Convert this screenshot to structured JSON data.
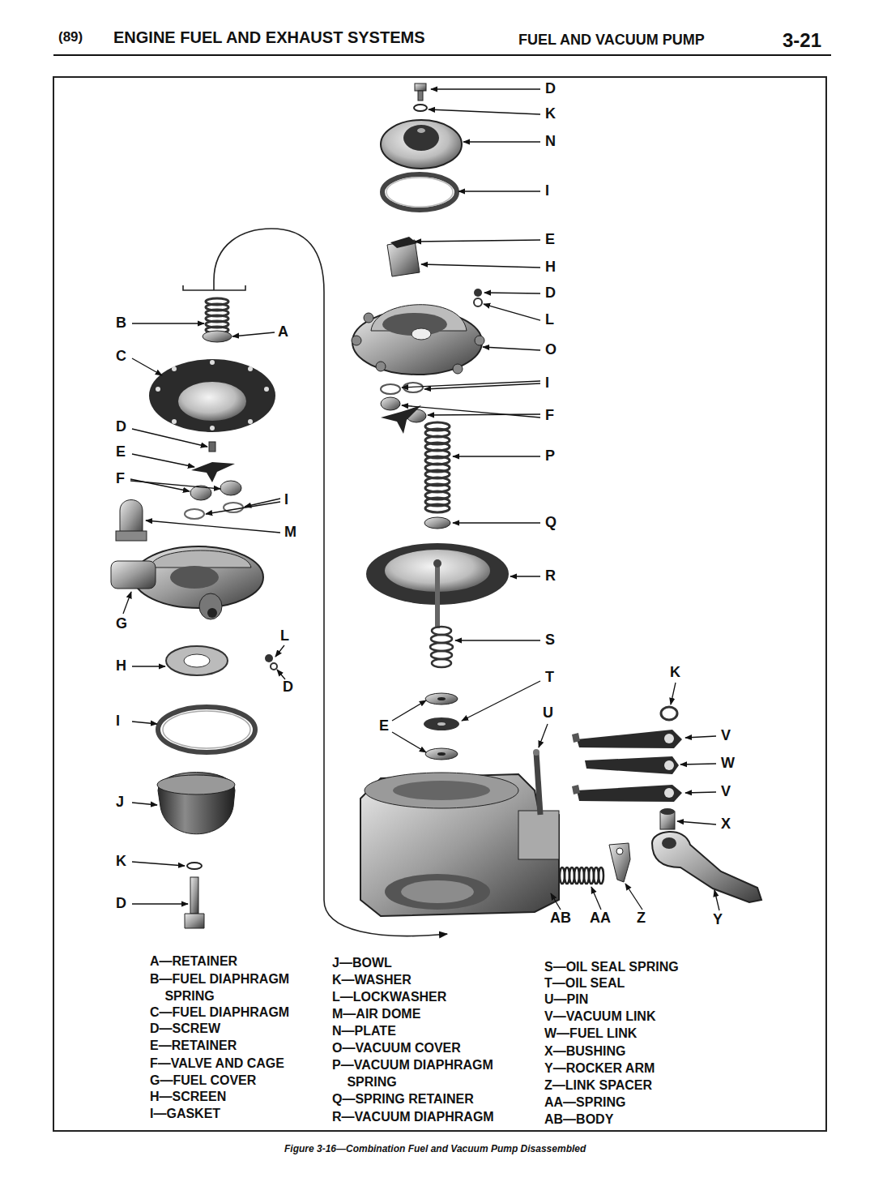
{
  "diagram": {
    "caption": "Figure 3-16—Combination Fuel and Vacuum Pump Disassembled",
    "labels": [
      "(89)",
      "ENGINE FUEL AND EXHAUST SYSTEMS",
      "FUEL AND VACUUM PUMP",
      "3-21",
      "D",
      "K",
      "N",
      "I",
      "E",
      "H",
      "D",
      "L",
      "O",
      "I",
      "F",
      "P",
      "Q",
      "R",
      "S",
      "T",
      "E",
      "U",
      "K",
      "V",
      "W",
      "V",
      "X",
      "AB",
      "AA",
      "Z",
      "Y",
      "B",
      "A",
      "C",
      "D",
      "E",
      "F",
      "I",
      "M",
      "G",
      "L",
      "H",
      "D",
      "I",
      "J",
      "K",
      "D",
      "A—RETAINER",
      "B—FUEL DIAPHRAGM SPRING",
      "C—FUEL DIAPHRAGM",
      "D—SCREW",
      "E—RETAINER",
      "F—VALVE AND CAGE",
      "G—FUEL COVER",
      "H—SCREEN",
      "I—GASKET",
      "J—BOWL",
      "K—WASHER",
      "L—LOCKWASHER",
      "M—AIR DOME",
      "N—PLATE",
      "O—VACUUM COVER",
      "P—VACUUM DIAPHRAGM SPRING",
      "Q—SPRING RETAINER",
      "R—VACUUM DIAPHRAGM",
      "S—OIL SEAL SPRING",
      "T—OIL SEAL",
      "U—PIN",
      "V—VACUUM LINK",
      "W—FUEL LINK",
      "X—BUSHING",
      "Y—ROCKER ARM",
      "Z—LINK SPACER",
      "AA—SPRING",
      "AB—BODY"
    ]
  }
}
